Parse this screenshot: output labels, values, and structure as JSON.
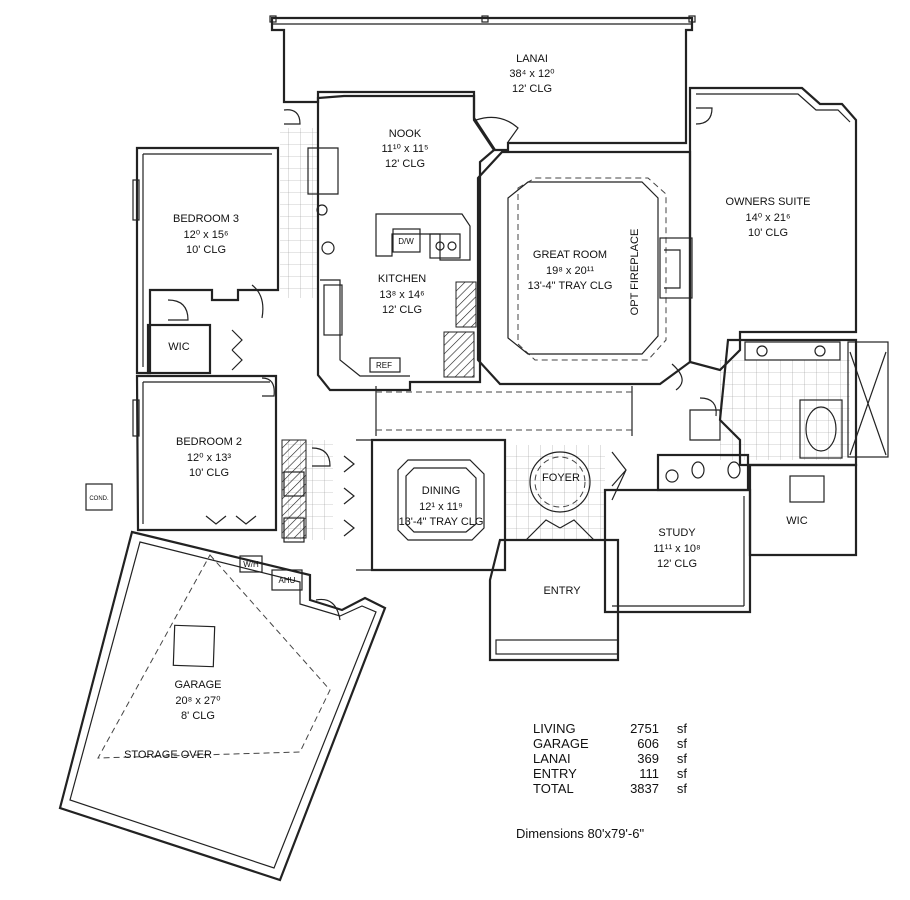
{
  "rooms": {
    "lanai": {
      "name": "LANAI",
      "size": "38⁴ x 12⁰",
      "ceiling": "12' CLG"
    },
    "nook": {
      "name": "NOOK",
      "size": "11¹⁰ x 11⁵",
      "ceiling": "12' CLG"
    },
    "bedroom3": {
      "name": "BEDROOM 3",
      "size": "12⁰ x 15⁶",
      "ceiling": "10' CLG"
    },
    "kitchen": {
      "name": "KITCHEN",
      "size": "13⁸ x 14⁶",
      "ceiling": "12' CLG"
    },
    "great_room": {
      "name": "GREAT ROOM",
      "size": "19⁸ x 20¹¹",
      "ceiling": "13'-4\" TRAY CLG"
    },
    "owners_suite": {
      "name": "OWNERS SUITE",
      "size": "14⁰ x 21⁶",
      "ceiling": "10' CLG"
    },
    "bedroom2": {
      "name": "BEDROOM 2",
      "size": "12⁰ x 13³",
      "ceiling": "10' CLG"
    },
    "dining": {
      "name": "DINING",
      "size": "12¹ x 11⁹",
      "ceiling": "13'-4\" TRAY CLG"
    },
    "study": {
      "name": "STUDY",
      "size": "11¹¹ x 10⁸",
      "ceiling": "12' CLG"
    },
    "garage": {
      "name": "GARAGE",
      "size": "20⁸ x 27⁰",
      "ceiling": "8' CLG"
    }
  },
  "labels": {
    "wic_bed3": "WIC",
    "wic_owner": "WIC",
    "foyer": "FOYER",
    "entry": "ENTRY",
    "storage_over": "STORAGE OVER",
    "opt_fireplace": "OPT FIREPLACE",
    "dw": "D/W",
    "ref": "REF",
    "wh": "W/H",
    "ahu": "AHU",
    "cond": "COND."
  },
  "area_table": [
    {
      "name": "LIVING",
      "value": "2751",
      "unit": "sf"
    },
    {
      "name": "GARAGE",
      "value": "606",
      "unit": "sf"
    },
    {
      "name": "LANAI",
      "value": "369",
      "unit": "sf"
    },
    {
      "name": "ENTRY",
      "value": "111",
      "unit": "sf"
    },
    {
      "name": "TOTAL",
      "value": "3837",
      "unit": "sf"
    }
  ],
  "dimensions": "Dimensions  80'x79'-6\""
}
